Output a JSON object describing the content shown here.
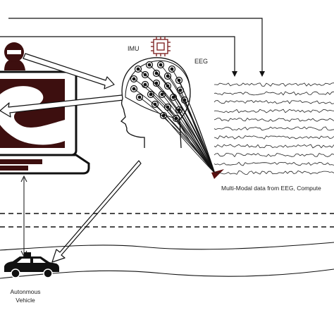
{
  "labels": {
    "imu": "IMU",
    "eeg": "EEG",
    "multimodal_caption": "Multi-Modal data from EEG, Compute",
    "vehicle_line1": "Autonmous",
    "vehicle_line2": "Vehicle"
  },
  "icons": [
    "driver-user-icon",
    "computer-monitor-icon",
    "imu-chip-icon",
    "eeg-head-icon",
    "eeg-signal-icon",
    "autonomous-car-icon"
  ],
  "colors": {
    "screen_fill": "#3d0f0f",
    "eeg_apex": "#5a0f0f",
    "chip_stroke": "#7a1a1a",
    "line": "#111111"
  }
}
